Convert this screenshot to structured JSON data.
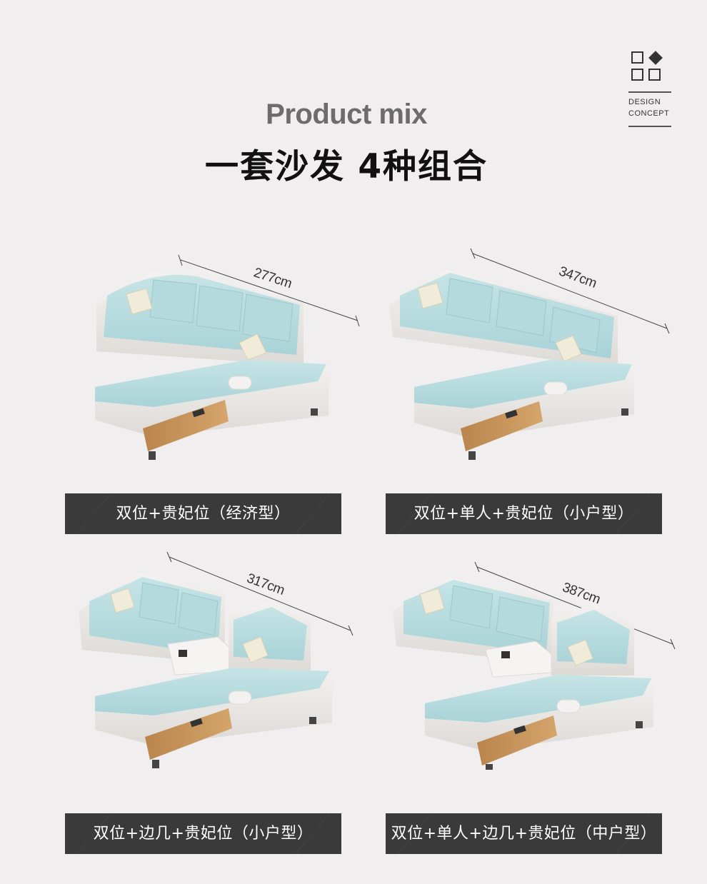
{
  "logo": {
    "line1": "DESIGN",
    "line2": "CONCEPT"
  },
  "header": {
    "title_en": "Product mix",
    "title_cn": "一套沙发  4种组合"
  },
  "products": [
    {
      "dimension": "277cm",
      "caption": "双位+贵妃位（经济型）"
    },
    {
      "dimension": "347cm",
      "caption": "双位+单人+贵妃位（小户型）"
    },
    {
      "dimension": "317cm",
      "caption": "双位+边几+贵妃位（小户型）"
    },
    {
      "dimension": "387cm",
      "caption": "双位+单人+边几+贵妃位（中户型）"
    }
  ],
  "colors": {
    "background": "#f0eeef",
    "fabric": "#b8dcdf",
    "fabric_dark": "#9fc9cd",
    "frame": "#eceae8",
    "wood": "#c8955a",
    "caption_bg": "#3b3a3a"
  }
}
